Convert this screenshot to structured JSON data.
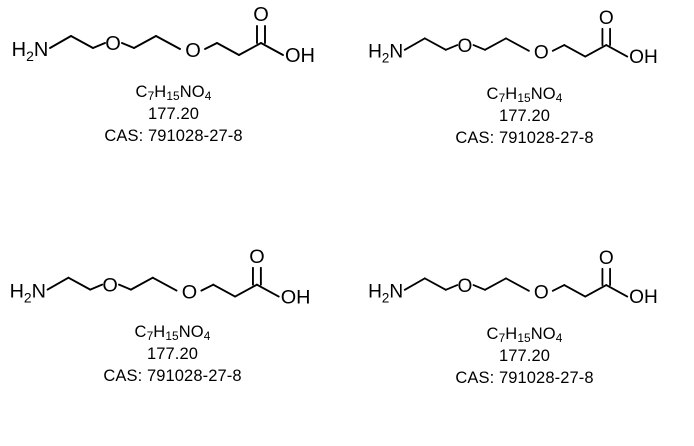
{
  "page": {
    "background_color": "#ffffff",
    "line_color": "#000000",
    "text_color": "#000000",
    "grid_rows": 2,
    "grid_columns": 2,
    "panel_count": 4
  },
  "compound": {
    "molecular_formula_display": "C7H15NO4",
    "formula_parts": [
      {
        "element": "C",
        "count": "7"
      },
      {
        "element": "H",
        "count": "15"
      },
      {
        "element": "N",
        "count": ""
      },
      {
        "element": "O",
        "count": "4"
      }
    ],
    "molecular_weight": "177.20",
    "cas_label": "CAS: 791028-27-8",
    "cas_number": "791028-27-8",
    "atom_labels": {
      "amine": "H2N",
      "amine_main": "H",
      "amine_sub": "2",
      "amine_tail": "N",
      "ether_oxygen_1": "O",
      "ether_oxygen_2": "O",
      "carbonyl_oxygen": "O",
      "hydroxyl": "OH"
    }
  },
  "panels": [
    {
      "id": "panel-top-left",
      "position": "top-left",
      "formula": "C7H15NO4",
      "weight": "177.20",
      "cas": "CAS: 791028-27-8"
    },
    {
      "id": "panel-top-right",
      "position": "top-right",
      "formula": "C7H15NO4",
      "weight": "177.20",
      "cas": "CAS: 791028-27-8"
    },
    {
      "id": "panel-bottom-left",
      "position": "bottom-left",
      "formula": "C7H15NO4",
      "weight": "177.20",
      "cas": "CAS: 791028-27-8"
    },
    {
      "id": "panel-bottom-right",
      "position": "bottom-right",
      "formula": "C7H15NO4",
      "weight": "177.20",
      "cas": "CAS: 791028-27-8"
    }
  ]
}
